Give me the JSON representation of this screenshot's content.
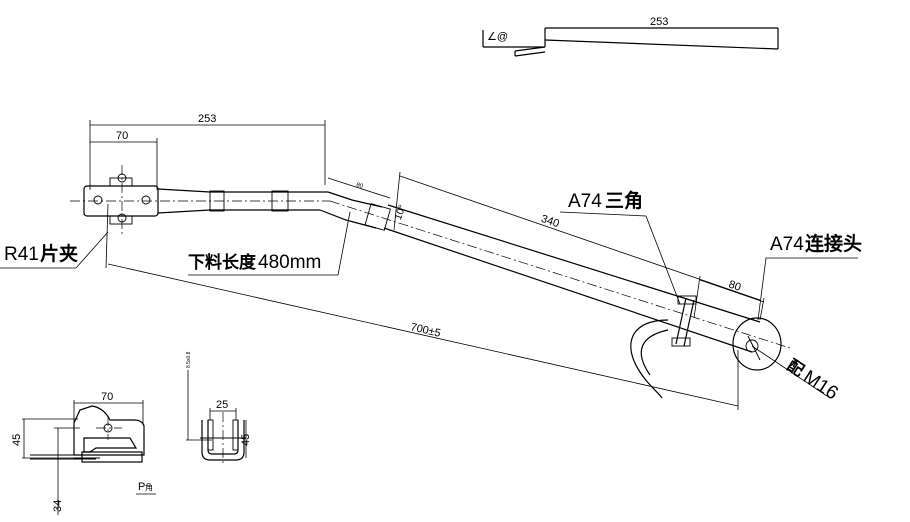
{
  "dimensions": {
    "top_length": "253",
    "top_symbol": "∠@",
    "main_length": "253",
    "clamp_width": "70",
    "segment_len": "340",
    "end_len": "80",
    "total_len": "700±5",
    "angle_mark": "10°",
    "small_tag": "80",
    "side_width": "70",
    "side_height": "45",
    "side_offset": "34",
    "sec_width": "25",
    "sec_height": "45",
    "sec_vertical_note": "8.5x0.8"
  },
  "labels": {
    "r41_prefix": "R41",
    "r41_suffix": "片夹",
    "cut_prefix": "下料长度",
    "cut_suffix": "480mm",
    "a74_tri_prefix": "A74",
    "a74_tri_suffix": "三角",
    "a74_con_prefix": "A74",
    "a74_con_suffix": "连接头",
    "m16_prefix": "配",
    "m16_suffix": "M16",
    "p_label": "P",
    "p_sub": "角"
  }
}
